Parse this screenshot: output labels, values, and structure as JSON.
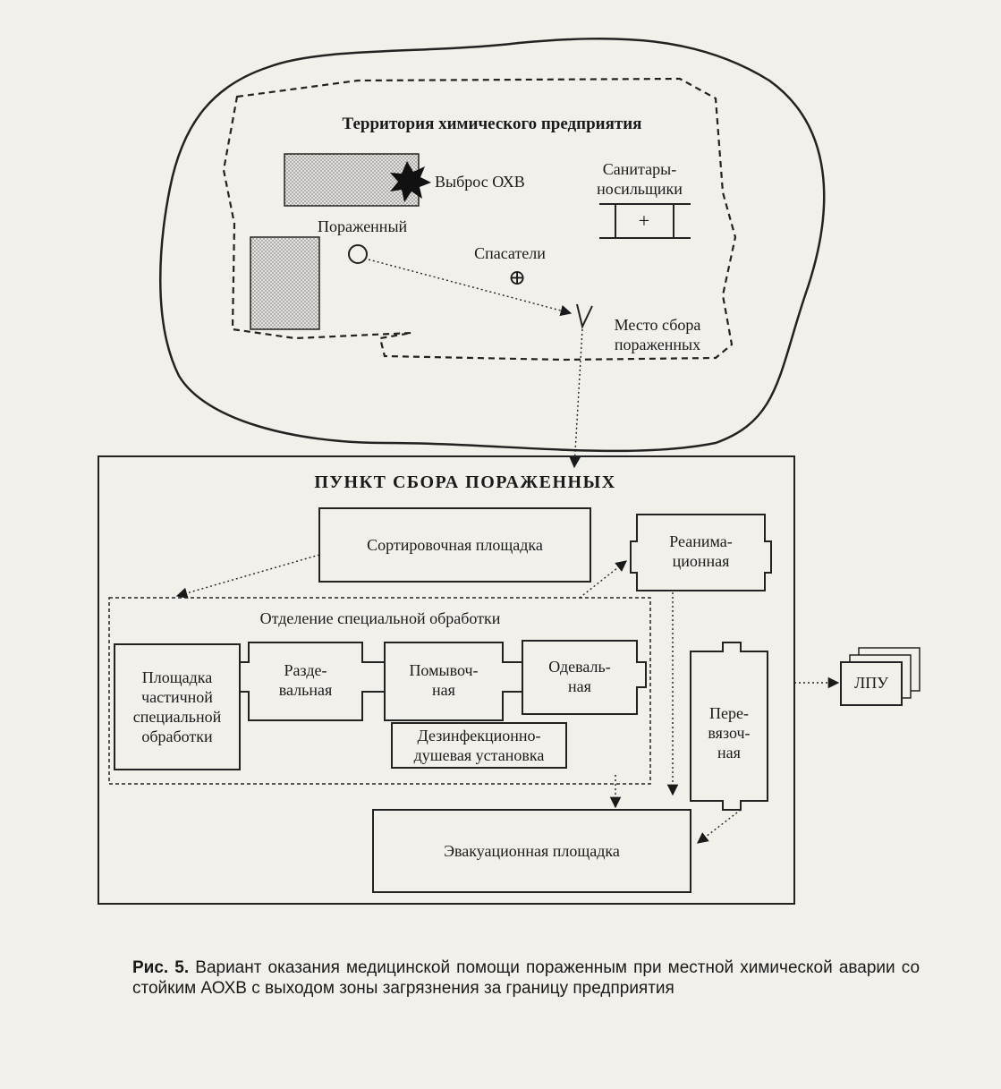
{
  "territory": {
    "title": "Территория химического предприятия",
    "release": "Выброс ОХВ",
    "stretcher": "Санитары-\nносильщики",
    "stretcher_symbol": "+",
    "victim": "Пораженный",
    "rescuers": "Спасатели",
    "rescuers_symbol": "⊕",
    "gathering": "Место сбора\nпораженных"
  },
  "station": {
    "title": "ПУНКТ СБОРА ПОРАЖЕННЫХ",
    "sorting": "Сортировочная площадка",
    "reanimation": "Реанима-\nционная",
    "special_dept": "Отделение специальной обработки",
    "partial": "Площадка\nчастичной\nспециальной\nобработки",
    "undressing": "Разде-\nвальная",
    "washing": "Помывоч-\nная",
    "dressing": "Одеваль-\nная",
    "disinfection": "Дезинфекционно-\nдушевая установка",
    "dressing_room": "Пере-\nвязоч-\nная",
    "evacuation": "Эвакуационная площадка",
    "lpu": "ЛПУ"
  },
  "caption": {
    "figure": "Рис. 5.",
    "text": "Вариант оказания медицинской помощи пораженным при местной химической аварии со стойким АОХВ с выходом зоны загрязнения за границу предприятия"
  }
}
